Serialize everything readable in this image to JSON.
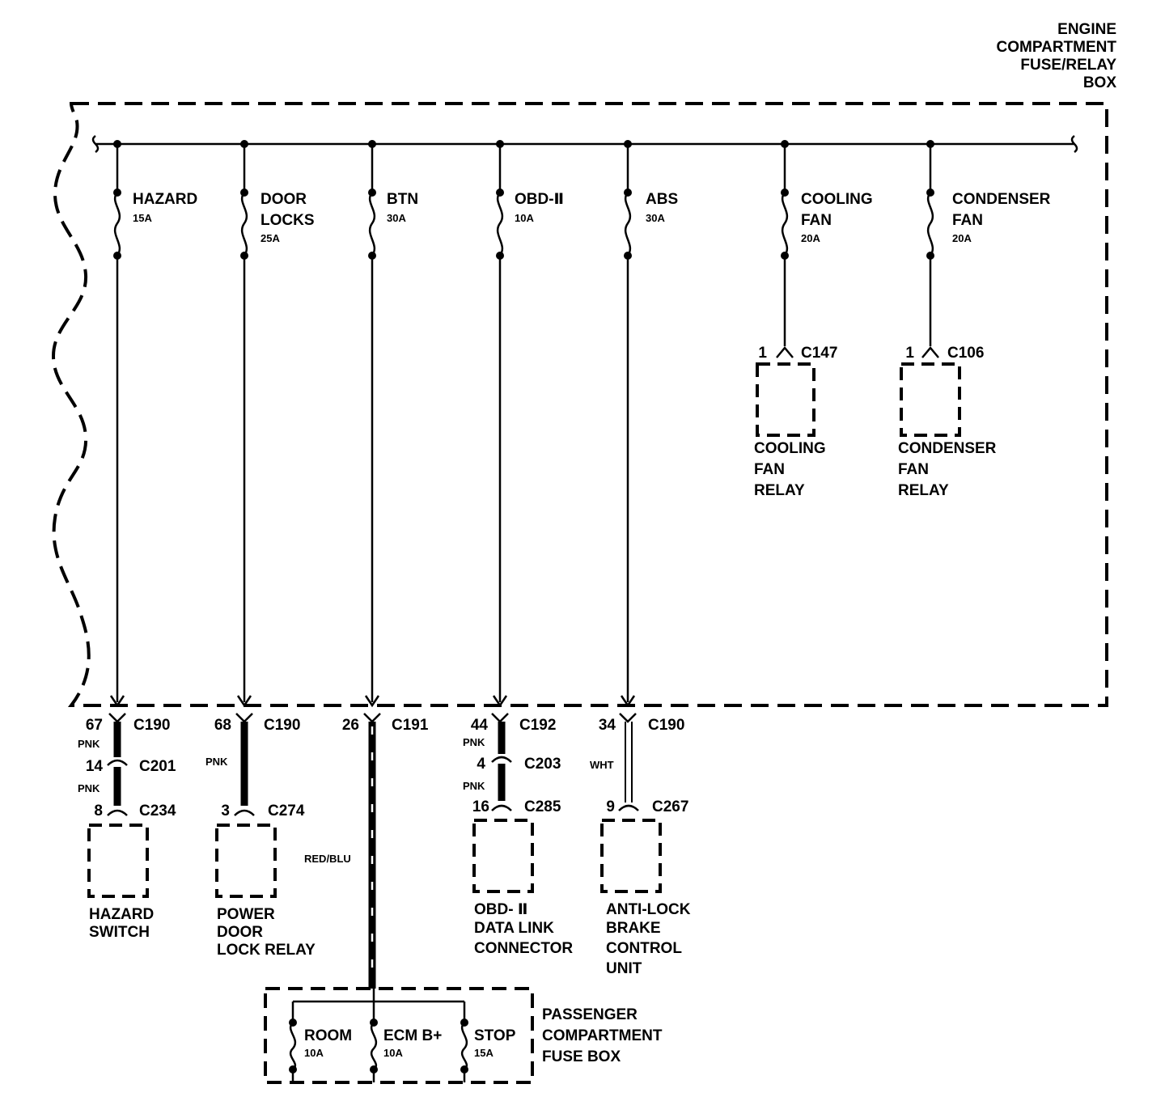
{
  "engine_box": {
    "title_lines": [
      "ENGINE",
      "COMPARTMENT",
      "FUSE/RELAY",
      "BOX"
    ]
  },
  "fuses": [
    {
      "name_lines": [
        "HAZARD"
      ],
      "rating": "15A"
    },
    {
      "name_lines": [
        "DOOR",
        "LOCKS"
      ],
      "rating": "25A"
    },
    {
      "name_lines": [
        "BTN"
      ],
      "rating": "30A"
    },
    {
      "name_lines": [
        "OBD-Ⅱ"
      ],
      "rating": "10A"
    },
    {
      "name_lines": [
        "ABS"
      ],
      "rating": "30A"
    },
    {
      "name_lines": [
        "COOLING",
        "FAN"
      ],
      "rating": "20A"
    },
    {
      "name_lines": [
        "CONDENSER",
        "FAN"
      ],
      "rating": "20A"
    }
  ],
  "relays": [
    {
      "pin": "1",
      "connector": "C147",
      "name_lines": [
        "COOLING",
        "FAN",
        "RELAY"
      ]
    },
    {
      "pin": "1",
      "connector": "C106",
      "name_lines": [
        "CONDENSER",
        "FAN",
        "RELAY"
      ]
    }
  ],
  "circuits": [
    {
      "top_pin": "67",
      "top_connector": "C190",
      "wire_color_1": "PNK",
      "mid_pin": "14",
      "mid_connector": "C201",
      "wire_color_2": "PNK",
      "bottom_pin": "8",
      "bottom_connector": "C234",
      "component_lines": [
        "HAZARD",
        "SWITCH"
      ]
    },
    {
      "top_pin": "68",
      "top_connector": "C190",
      "wire_color_1": "PNK",
      "bottom_pin": "3",
      "bottom_connector": "C274",
      "component_lines": [
        "POWER",
        "DOOR",
        "LOCK RELAY"
      ]
    },
    {
      "top_pin": "26",
      "top_connector": "C191",
      "wire_color_1": "RED/BLU"
    },
    {
      "top_pin": "44",
      "top_connector": "C192",
      "wire_color_1": "PNK",
      "mid_pin": "4",
      "mid_connector": "C203",
      "wire_color_2": "PNK",
      "bottom_pin": "16",
      "bottom_connector": "C285",
      "component_lines": [
        "OBD- Ⅱ",
        "DATA LINK",
        "CONNECTOR"
      ]
    },
    {
      "top_pin": "34",
      "top_connector": "C190",
      "wire_color_1": "WHT",
      "bottom_pin": "9",
      "bottom_connector": "C267",
      "component_lines": [
        "ANTI-LOCK",
        "BRAKE",
        "CONTROL",
        "UNIT"
      ]
    }
  ],
  "passenger_box": {
    "title_lines": [
      "PASSENGER",
      "COMPARTMENT",
      "FUSE BOX"
    ],
    "fuses": [
      {
        "name": "ROOM",
        "rating": "10A"
      },
      {
        "name": "ECM B+",
        "rating": "10A"
      },
      {
        "name": "STOP",
        "rating": "15A"
      }
    ]
  }
}
